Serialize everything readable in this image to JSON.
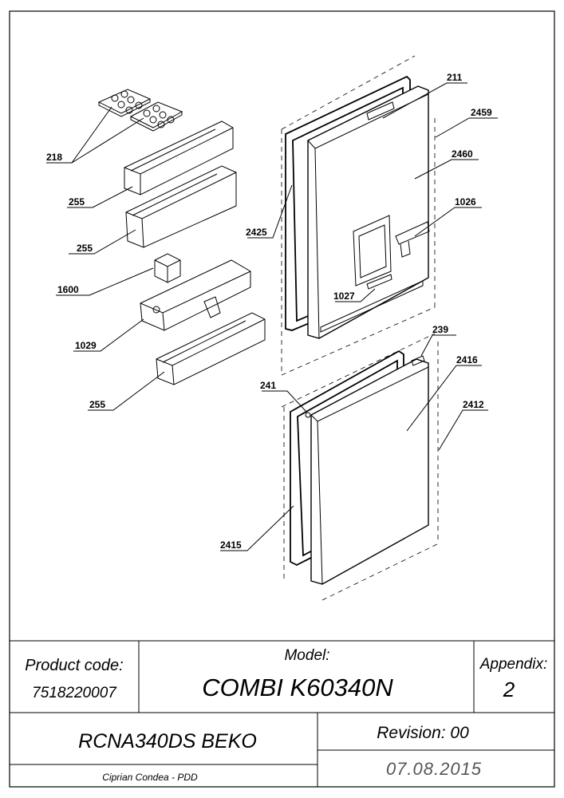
{
  "drawing": {
    "callouts": [
      {
        "id": "c211",
        "label": "211"
      },
      {
        "id": "c2459",
        "label": "2459"
      },
      {
        "id": "c218",
        "label": "218"
      },
      {
        "id": "c2460",
        "label": "2460"
      },
      {
        "id": "c255a",
        "label": "255"
      },
      {
        "id": "c1026",
        "label": "1026"
      },
      {
        "id": "c2425",
        "label": "2425"
      },
      {
        "id": "c255b",
        "label": "255"
      },
      {
        "id": "c1600",
        "label": "1600"
      },
      {
        "id": "c1027",
        "label": "1027"
      },
      {
        "id": "c239",
        "label": "239"
      },
      {
        "id": "c1029",
        "label": "1029"
      },
      {
        "id": "c2416",
        "label": "2416"
      },
      {
        "id": "c241",
        "label": "241"
      },
      {
        "id": "c255c",
        "label": "255"
      },
      {
        "id": "c2412",
        "label": "2412"
      },
      {
        "id": "c2415",
        "label": "2415"
      }
    ]
  },
  "title_block": {
    "product_code_label": "Product code:",
    "product_code": "7518220007",
    "model_label": "Model:",
    "model": "COMBI K60340N",
    "appendix_label": "Appendix:",
    "appendix": "2",
    "product_name": "RCNA340DS BEKO",
    "revision": "Revision: 00",
    "author": "Ciprian Condea - PDD",
    "date": "07.08.2015"
  }
}
